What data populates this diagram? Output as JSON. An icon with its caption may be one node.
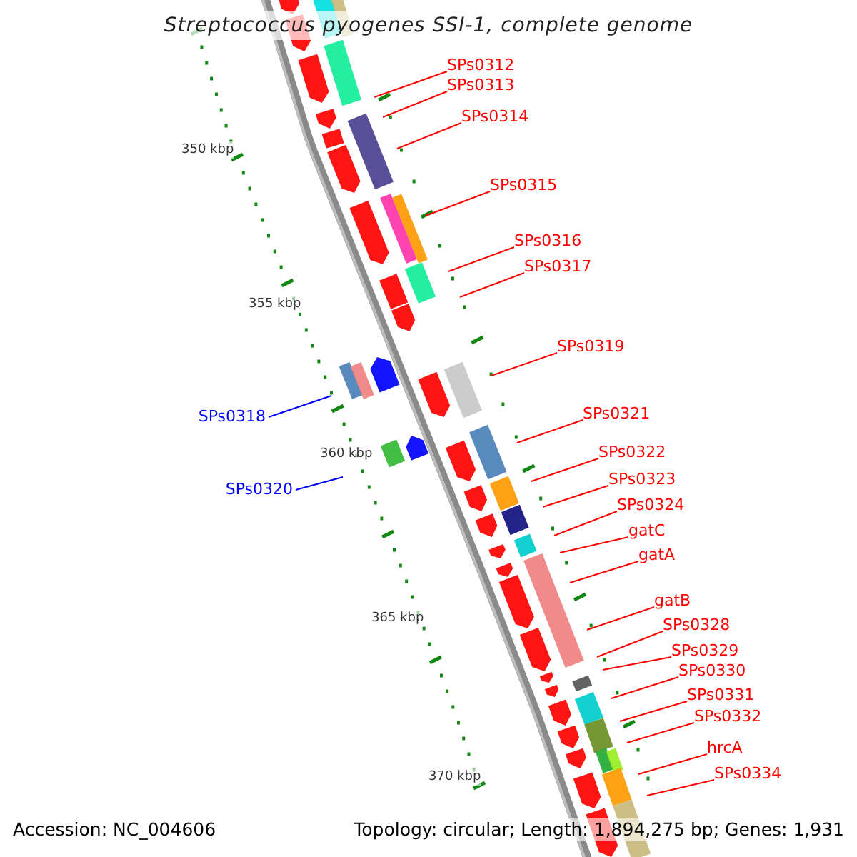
{
  "diagram": {
    "title": "Streptococcus pyogenes SSI-1, complete genome",
    "nodes": [
      {
        "text": [
          "SPs0312"
        ]
      },
      {
        "text": [
          "SPs0313"
        ]
      },
      {
        "text": [
          "SPs0314"
        ]
      },
      {
        "text": [
          "SPs0315"
        ]
      },
      {
        "text": [
          "SPs0316"
        ]
      },
      {
        "text": [
          "SPs0317"
        ]
      },
      {
        "text": [
          "SPs0319"
        ]
      },
      {
        "text": [
          "SPs0321"
        ]
      },
      {
        "text": [
          "SPs0318"
        ]
      },
      {
        "text": [
          "SPs0322"
        ]
      },
      {
        "text": [
          "SPs0323"
        ]
      },
      {
        "text": [
          "SPs0320"
        ]
      },
      {
        "text": [
          "SPs0324"
        ]
      },
      {
        "text": [
          "gatC"
        ]
      },
      {
        "text": [
          "gatA"
        ]
      },
      {
        "text": [
          "gatB"
        ]
      },
      {
        "text": [
          "SPs0328"
        ]
      },
      {
        "text": [
          "SPs0329"
        ]
      },
      {
        "text": [
          "SPs0330"
        ]
      },
      {
        "text": [
          "SPs0331"
        ]
      },
      {
        "text": [
          "SPs0332"
        ]
      },
      {
        "text": [
          "hrcA"
        ]
      },
      {
        "text": [
          "SPs0334"
        ]
      }
    ],
    "edges": [
      {
        "from": 0,
        "to": null,
        "arrow": "none"
      },
      {
        "from": 1,
        "to": null,
        "arrow": "none"
      },
      {
        "from": 2,
        "to": null,
        "arrow": "none"
      },
      {
        "from": 3,
        "to": null,
        "arrow": "none"
      },
      {
        "from": 4,
        "to": null,
        "arrow": "none"
      },
      {
        "from": 5,
        "to": null,
        "arrow": "none"
      },
      {
        "from": 6,
        "to": null,
        "arrow": "none"
      },
      {
        "from": 7,
        "to": null,
        "arrow": "none"
      },
      {
        "from": 8,
        "to": null,
        "arrow": "none",
        "color": "#0000ff"
      },
      {
        "from": 9,
        "to": null,
        "arrow": "none"
      },
      {
        "from": 10,
        "to": null,
        "arrow": "none"
      },
      {
        "from": 11,
        "to": null,
        "arrow": "none",
        "color": "#0000ff"
      },
      {
        "from": 12,
        "to": null,
        "arrow": "none"
      },
      {
        "from": 13,
        "to": null,
        "arrow": "none"
      },
      {
        "from": 14,
        "to": null,
        "arrow": "none"
      },
      {
        "from": 15,
        "to": null,
        "arrow": "none"
      },
      {
        "from": 16,
        "to": null,
        "arrow": "none"
      },
      {
        "from": 17,
        "to": null,
        "arrow": "none"
      },
      {
        "from": 18,
        "to": null,
        "arrow": "none"
      },
      {
        "from": 19,
        "to": null,
        "arrow": "none"
      },
      {
        "from": 20,
        "to": null,
        "arrow": "none"
      },
      {
        "from": 21,
        "to": null,
        "arrow": "none"
      },
      {
        "from": 22,
        "to": null,
        "arrow": "none"
      }
    ],
    "labels": [
      "350 kbp",
      "355 kbp",
      "360 kbp",
      "365 kbp",
      "370 kbp",
      "Accession: NC_004606",
      "Topology: circular; Length: 1,894,275 bp; Genes: 1,931"
    ]
  }
}
